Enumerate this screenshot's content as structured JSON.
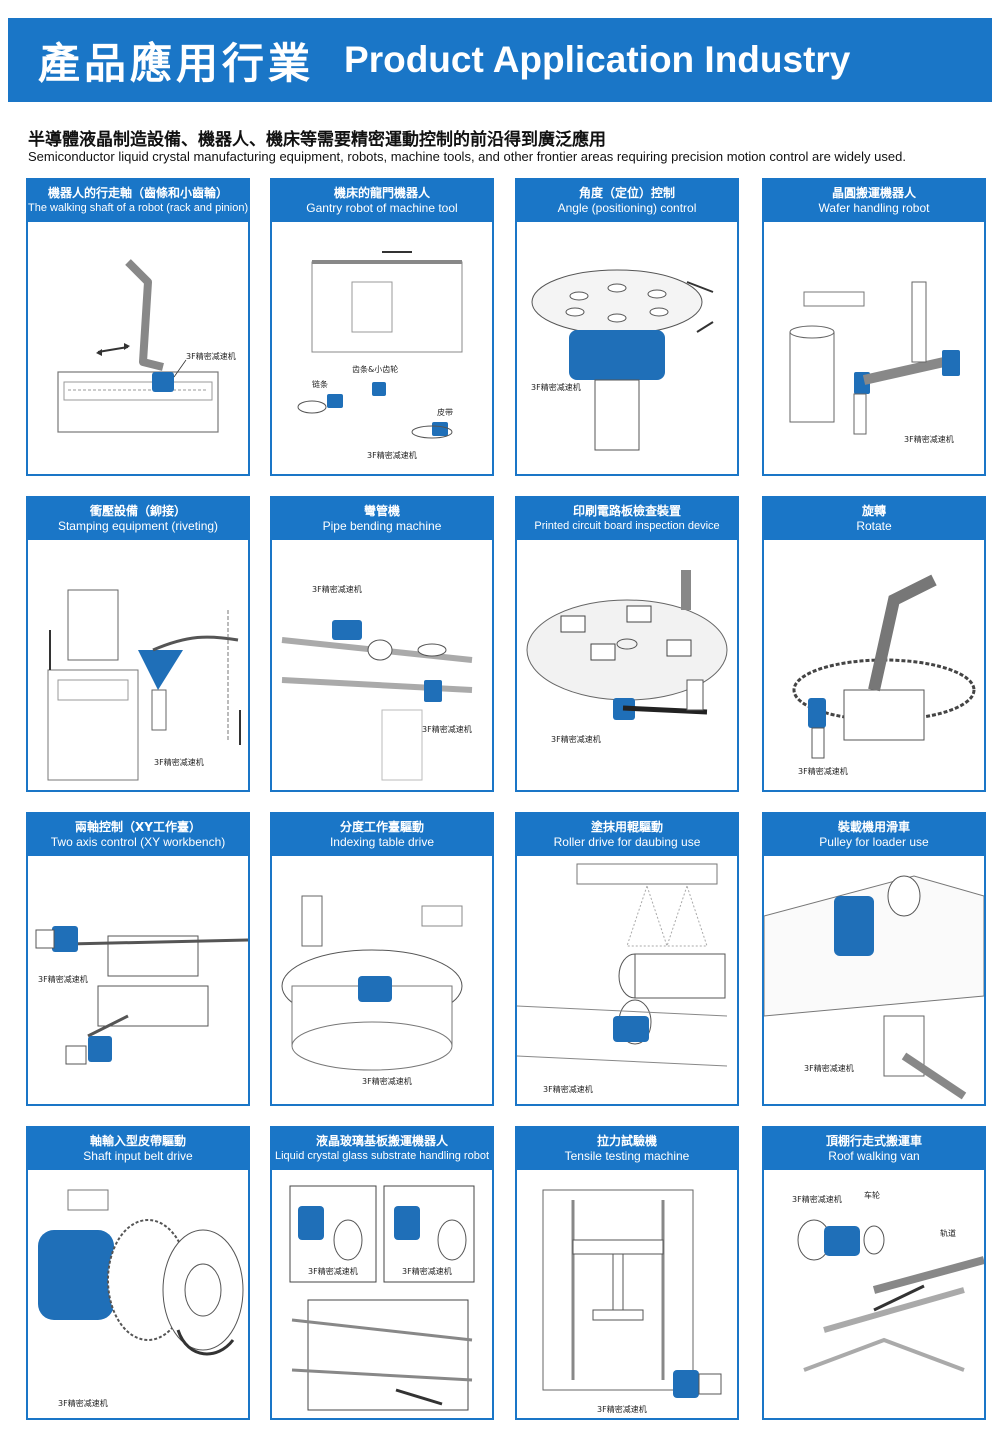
{
  "header": {
    "title_zh": "產品應用行業",
    "title_en": "Product Application Industry"
  },
  "intro": {
    "zh": "半導體液晶制造設備、機器人、機床等需要精密運動控制的前沿得到廣泛應用",
    "en": "Semiconductor liquid crystal manufacturing equipment, robots, machine tools, and other frontier areas requiring precision motion control are widely used."
  },
  "reducer_label": "3F精密减速机",
  "colors": {
    "accent": "#1a76c7",
    "part": "#1f6fb8"
  },
  "cards": [
    {
      "zh": "機器人的行走軸（齒條和小齒輪）",
      "en": "The walking shaft of a robot (rack and pinion)",
      "icon": "robot-rail-icon"
    },
    {
      "zh": "機床的龍門機器人",
      "en": "Gantry robot of machine tool",
      "icon": "gantry-icon",
      "labels": [
        "齿条&小齿轮",
        "链条",
        "皮带"
      ]
    },
    {
      "zh": "角度（定位）控制",
      "en": "Angle (positioning) control",
      "icon": "rotary-table-icon"
    },
    {
      "zh": "晶圓搬運機器人",
      "en": "Wafer handling robot",
      "icon": "wafer-robot-icon"
    },
    {
      "zh": "衝壓設備（鉚接）",
      "en": "Stamping equipment (riveting)",
      "icon": "press-icon"
    },
    {
      "zh": "彎管機",
      "en": "Pipe bending machine",
      "icon": "pipe-bender-icon"
    },
    {
      "zh": "印刷電路板檢查裝置",
      "en": "Printed circuit board inspection device",
      "icon": "pcb-inspection-icon"
    },
    {
      "zh": "旋轉",
      "en": "Rotate",
      "icon": "rotate-arm-icon"
    },
    {
      "zh": "兩軸控制（XY工作臺）",
      "en": "Two axis control (XY workbench)",
      "icon": "xy-table-icon"
    },
    {
      "zh": "分度工作臺驅動",
      "en": "Indexing table drive",
      "icon": "indexing-table-icon"
    },
    {
      "zh": "塗抹用輥驅動",
      "en": "Roller drive for daubing use",
      "icon": "roller-icon"
    },
    {
      "zh": "裝載機用滑車",
      "en": "Pulley for loader use",
      "icon": "loader-pulley-icon"
    },
    {
      "zh": "軸輸入型皮帶驅動",
      "en": "Shaft input belt drive",
      "icon": "belt-drive-icon"
    },
    {
      "zh": "液晶玻璃基板搬運機器人",
      "en": "Liquid crystal glass substrate handling robot",
      "icon": "glass-robot-icon"
    },
    {
      "zh": "拉力試驗機",
      "en": "Tensile testing machine",
      "icon": "tensile-tester-icon"
    },
    {
      "zh": "頂棚行走式搬運車",
      "en": "Roof walking van",
      "icon": "roof-van-icon",
      "labels": [
        "车轮",
        "轨道"
      ]
    }
  ]
}
